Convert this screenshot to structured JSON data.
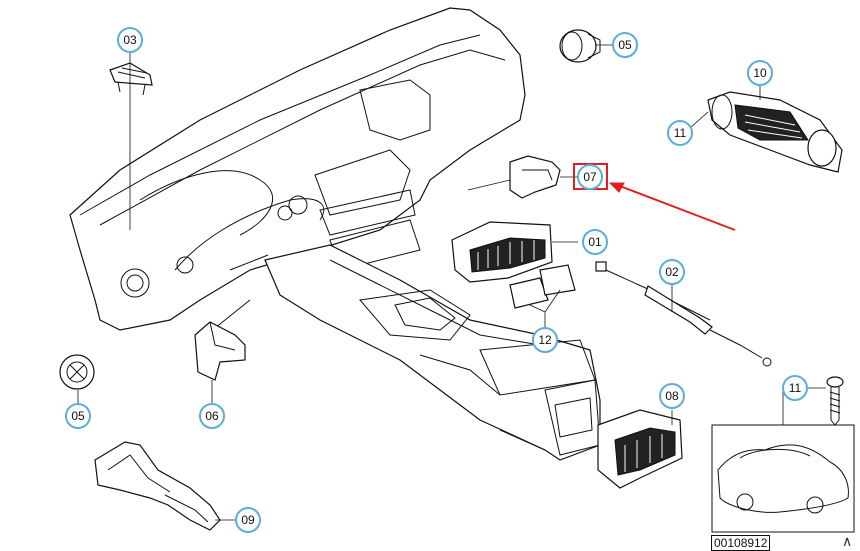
{
  "callouts": {
    "c01": "01",
    "c02": "02",
    "c03": "03",
    "c05a": "05",
    "c05b": "05",
    "c06": "06",
    "c07": "07",
    "c08": "08",
    "c09": "09",
    "c10": "10",
    "c11a": "11",
    "c11b": "11",
    "c12": "12"
  },
  "highlight": {
    "callout": "07",
    "color": "#e02020"
  },
  "catalog_id": "00108912",
  "colors": {
    "callout_ring": "#5aaed8",
    "highlight": "#e02020",
    "line": "#111111"
  }
}
